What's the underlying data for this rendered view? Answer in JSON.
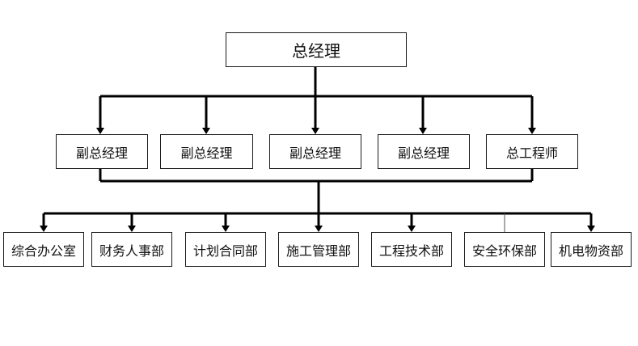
{
  "org_chart": {
    "root": {
      "label": "总经理"
    },
    "deputies": [
      {
        "label": "副总经理"
      },
      {
        "label": "副总经理"
      },
      {
        "label": "副总经理"
      },
      {
        "label": "副总经理"
      },
      {
        "label": "总工程师"
      }
    ],
    "departments": [
      {
        "label": "综合办公室"
      },
      {
        "label": "财务人事部"
      },
      {
        "label": "计划合同部"
      },
      {
        "label": "施工管理部"
      },
      {
        "label": "工程技术部"
      },
      {
        "label": "安全环保部"
      },
      {
        "label": "机电物资部"
      }
    ],
    "line_color": "#000000",
    "box_border_color": "#1a1a1a"
  }
}
